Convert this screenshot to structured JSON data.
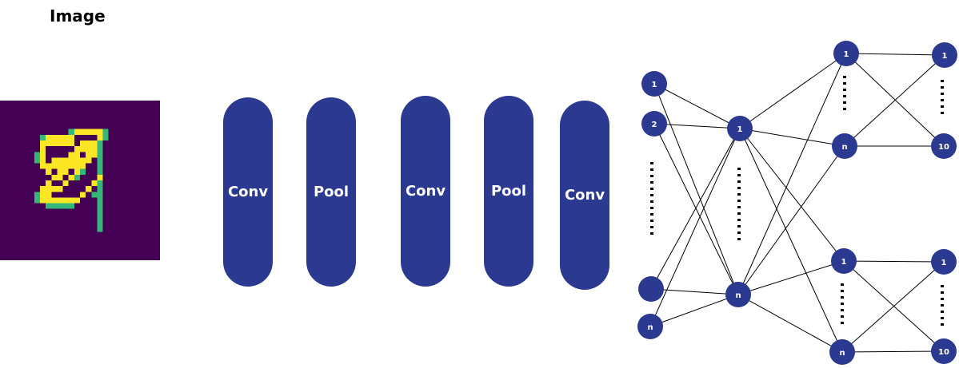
{
  "title": "Image",
  "layers": [
    {
      "label": "Conv"
    },
    {
      "label": "Pool"
    },
    {
      "label": "Conv"
    },
    {
      "label": "Pool"
    },
    {
      "label": "Conv"
    }
  ],
  "network": {
    "input_nodes": [
      "1",
      "2",
      "",
      "n"
    ],
    "hidden_nodes": [
      "1",
      "n"
    ],
    "branch_top": {
      "hidden": [
        "1",
        "n"
      ],
      "output": [
        "1",
        "10"
      ]
    },
    "branch_bottom": {
      "hidden": [
        "1",
        "n"
      ],
      "output": [
        "1",
        "10"
      ]
    }
  },
  "colors": {
    "node": "#2b3990",
    "image_background": "#440154",
    "stroke_bright": "#fde725",
    "stroke_mid": "#35b779"
  }
}
